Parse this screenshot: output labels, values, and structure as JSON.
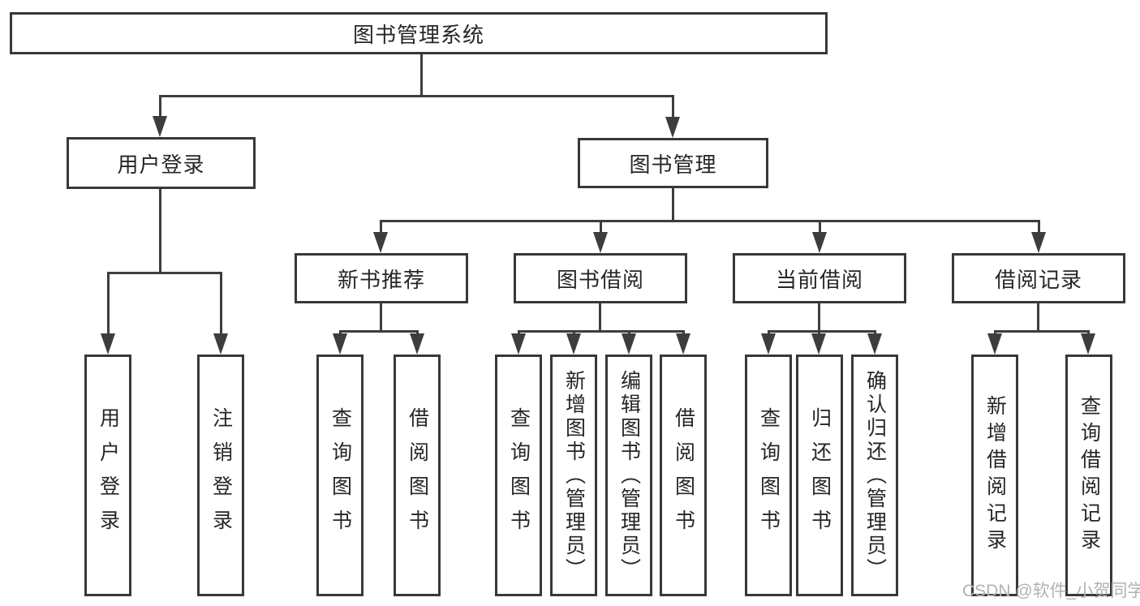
{
  "tree": {
    "label": "图书管理系统",
    "children": [
      {
        "label": "用户登录",
        "children": [
          {
            "label": "用户登录"
          },
          {
            "label": "注销登录"
          }
        ]
      },
      {
        "label": "图书管理",
        "children": [
          {
            "label": "新书推荐",
            "children": [
              {
                "label": "查询图书"
              },
              {
                "label": "借阅图书"
              }
            ]
          },
          {
            "label": "图书借阅",
            "children": [
              {
                "label": "查询图书"
              },
              {
                "label": "新增图书（管理员）"
              },
              {
                "label": "编辑图书（管理员）"
              },
              {
                "label": "借阅图书"
              }
            ]
          },
          {
            "label": "当前借阅",
            "children": [
              {
                "label": "查询图书"
              },
              {
                "label": "归还图书"
              },
              {
                "label": "确认归还（管理员）"
              }
            ]
          },
          {
            "label": "借阅记录",
            "children": [
              {
                "label": "新增借阅记录"
              },
              {
                "label": "查询借阅记录"
              }
            ]
          }
        ]
      }
    ]
  },
  "watermark": {
    "text": "CSDN @软件_小贺同学"
  },
  "colors": {
    "line": "#3d3d3d",
    "box_border": "#383838",
    "text": "#262626",
    "watermark": "#b2b2b2",
    "background": "#ffffff"
  }
}
